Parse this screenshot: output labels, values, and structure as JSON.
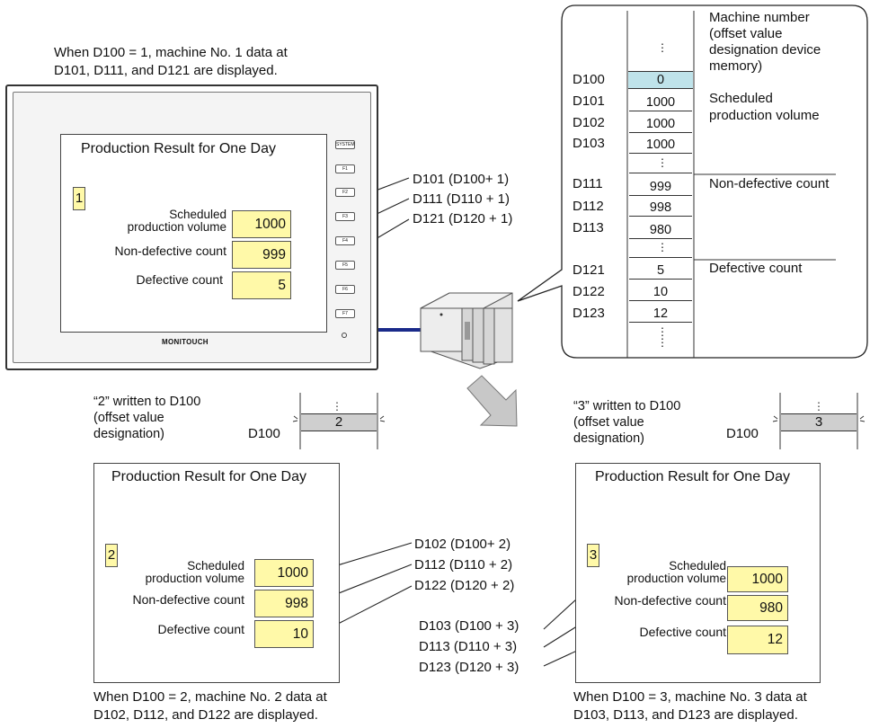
{
  "captions": {
    "top_line1": "When D100 = 1, machine No. 1 data at",
    "top_line2": "D101, D111, and D121 are displayed.",
    "bl_line1": "When D100 = 2, machine No. 2 data at",
    "bl_line2": "D102, D112, and D122 are displayed.",
    "br_line1": "When D100 = 3, machine No. 3 data at",
    "br_line2": "D103, D113, and D123 are displayed."
  },
  "screen_main": {
    "title": "Production Result for One Day",
    "machine": "1",
    "label_sched_1": "Scheduled",
    "label_sched_2": "production volume",
    "label_nondef": "Non-defective count",
    "label_def": "Defective count",
    "val_sched": "1000",
    "val_nondef": "999",
    "val_def": "5",
    "brand": "MONITOUCH",
    "keys": [
      "SYSTEM",
      "F1",
      "F2",
      "F3",
      "F4",
      "F5",
      "F6",
      "F7"
    ]
  },
  "links_top": [
    "D101 (D100+ 1)",
    "D111 (D110 + 1)",
    "D121 (D120 + 1)"
  ],
  "memory": {
    "vdots": "⋮",
    "rows": [
      {
        "reg": "D100",
        "val": "0"
      },
      {
        "reg": "D101",
        "val": "1000"
      },
      {
        "reg": "D102",
        "val": "1000"
      },
      {
        "reg": "D103",
        "val": "1000"
      },
      {
        "reg": "D111",
        "val": "999"
      },
      {
        "reg": "D112",
        "val": "998"
      },
      {
        "reg": "D113",
        "val": "980"
      },
      {
        "reg": "D121",
        "val": "5"
      },
      {
        "reg": "D122",
        "val": "10"
      },
      {
        "reg": "D123",
        "val": "12"
      }
    ],
    "note_machine": [
      "Machine number",
      "(offset value",
      "designation device",
      "memory)"
    ],
    "note_sched": [
      "Scheduled",
      "production volume"
    ],
    "note_nondef": "Non-defective count",
    "note_def": "Defective count"
  },
  "write2": {
    "text": [
      "“2” written to D100",
      "(offset value",
      "designation)"
    ],
    "reg": "D100",
    "val": "2"
  },
  "write3": {
    "text": [
      "“3” written to D100",
      "(offset value",
      "designation)"
    ],
    "reg": "D100",
    "val": "3"
  },
  "screen2": {
    "title": "Production Result for One Day",
    "machine": "2",
    "label_sched_1": "Scheduled",
    "label_sched_2": "production volume",
    "label_nondef": "Non-defective count",
    "label_def": "Defective count",
    "val_sched": "1000",
    "val_nondef": "998",
    "val_def": "10"
  },
  "screen3": {
    "title": "Production Result for One Day",
    "machine": "3",
    "label_sched_1": "Scheduled",
    "label_sched_2": "production volume",
    "label_nondef": "Non-defective count",
    "label_def": "Defective count",
    "val_sched": "1000",
    "val_nondef": "980",
    "val_def": "12"
  },
  "links_2": [
    "D102 (D100+ 2)",
    "D112 (D110 + 2)",
    "D122 (D120 + 2)"
  ],
  "links_3": [
    "D103 (D100 + 3)",
    "D113 (D110 + 3)",
    "D123 (D120 + 3)"
  ],
  "colors": {
    "highlight_cell": "#bfe3ea",
    "value_box": "#fff9a8",
    "written_cell": "#cfcfcf",
    "cable": "#1a2a8a"
  }
}
